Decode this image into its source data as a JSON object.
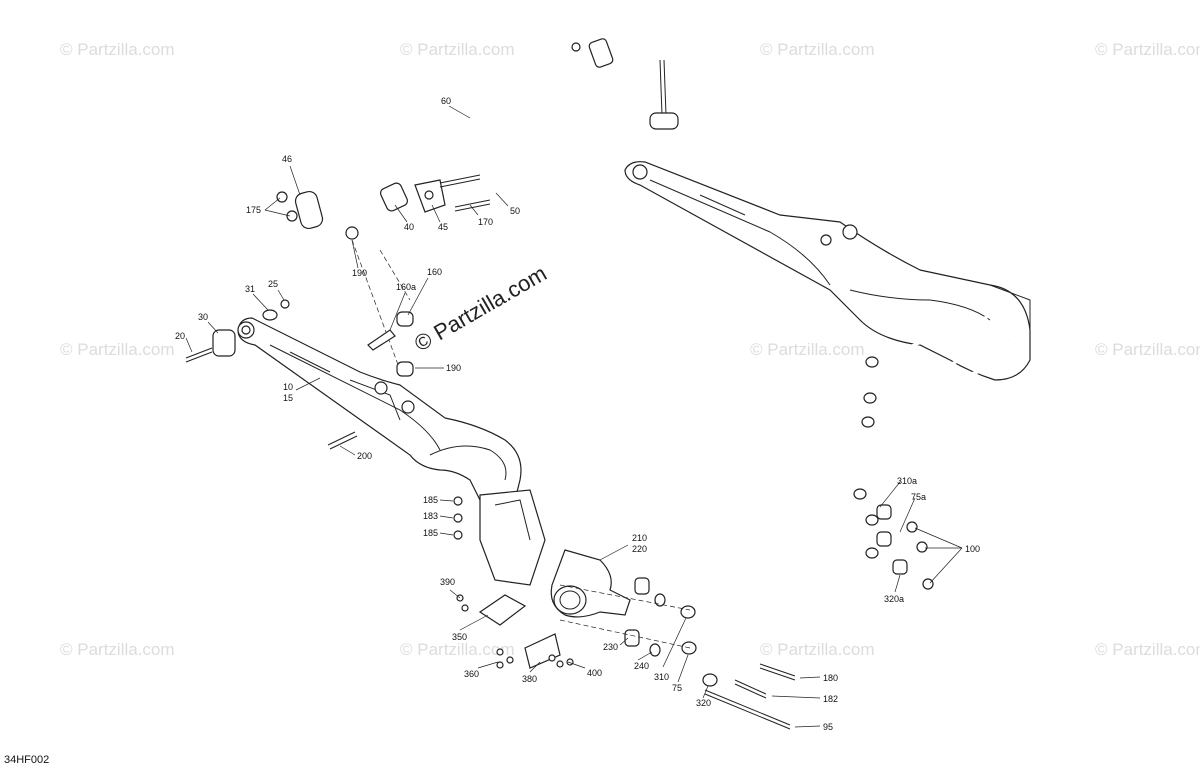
{
  "watermark": {
    "text": "© Partzilla.com",
    "center_text": "© Partzilla.com"
  },
  "diagram_code": "34HF002",
  "callouts": [
    {
      "id": "60",
      "text": "60"
    },
    {
      "id": "46",
      "text": "46"
    },
    {
      "id": "175",
      "text": "175"
    },
    {
      "id": "40",
      "text": "40"
    },
    {
      "id": "45",
      "text": "45"
    },
    {
      "id": "170",
      "text": "170"
    },
    {
      "id": "50",
      "text": "50"
    },
    {
      "id": "190a",
      "text": "190"
    },
    {
      "id": "31",
      "text": "31"
    },
    {
      "id": "25",
      "text": "25"
    },
    {
      "id": "30",
      "text": "30"
    },
    {
      "id": "20",
      "text": "20"
    },
    {
      "id": "160a",
      "text": "160a"
    },
    {
      "id": "160",
      "text": "160"
    },
    {
      "id": "190b",
      "text": "190"
    },
    {
      "id": "10",
      "text": "10"
    },
    {
      "id": "15",
      "text": "15"
    },
    {
      "id": "200",
      "text": "200"
    },
    {
      "id": "185a",
      "text": "185"
    },
    {
      "id": "183",
      "text": "183"
    },
    {
      "id": "185b",
      "text": "185"
    },
    {
      "id": "210",
      "text": "210"
    },
    {
      "id": "220",
      "text": "220"
    },
    {
      "id": "390",
      "text": "390"
    },
    {
      "id": "350",
      "text": "350"
    },
    {
      "id": "230",
      "text": "230"
    },
    {
      "id": "240",
      "text": "240"
    },
    {
      "id": "360",
      "text": "360"
    },
    {
      "id": "380",
      "text": "380"
    },
    {
      "id": "400",
      "text": "400"
    },
    {
      "id": "310",
      "text": "310"
    },
    {
      "id": "75",
      "text": "75"
    },
    {
      "id": "320",
      "text": "320"
    },
    {
      "id": "310a",
      "text": "310a"
    },
    {
      "id": "75a",
      "text": "75a"
    },
    {
      "id": "100",
      "text": "100"
    },
    {
      "id": "320a",
      "text": "320a"
    },
    {
      "id": "180",
      "text": "180"
    },
    {
      "id": "182",
      "text": "182"
    },
    {
      "id": "95",
      "text": "95"
    }
  ]
}
